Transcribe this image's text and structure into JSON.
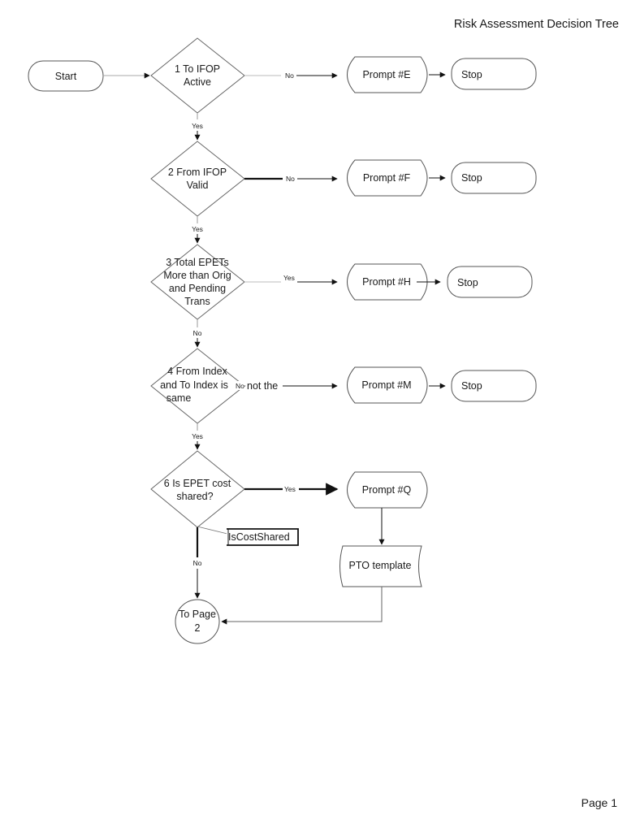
{
  "header": {
    "title": "Risk Assessment Decision Tree"
  },
  "footer": {
    "page": "Page 1"
  },
  "nodes": {
    "start": "Start",
    "d1": [
      "1 To IFOP",
      "Active"
    ],
    "d2": [
      "2 From IFOP",
      "Valid"
    ],
    "d3": [
      "3 Total EPETs",
      "More than Orig",
      "and Pending",
      "Trans"
    ],
    "d4": [
      "4 From Index",
      "and To Index is",
      "same"
    ],
    "d4_overlap": "not the",
    "d6": [
      "6 Is EPET cost",
      "shared?"
    ],
    "prompt_e": "Prompt #E",
    "prompt_f": "Prompt #F",
    "prompt_h": "Prompt #H",
    "prompt_m": "Prompt #M",
    "prompt_q": "Prompt #Q",
    "stop": "Stop",
    "pto_template": "PTO template",
    "is_cost_shared": "IsCostShared",
    "to_page": [
      "To Page",
      "2"
    ]
  },
  "edges": {
    "yes": "Yes",
    "no": "No"
  }
}
